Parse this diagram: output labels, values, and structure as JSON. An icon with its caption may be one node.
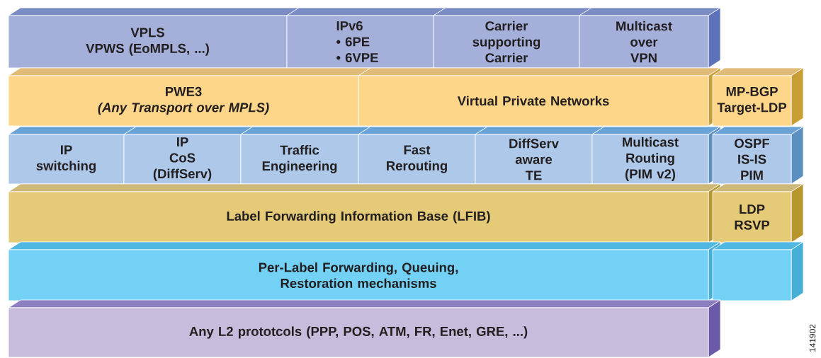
{
  "diagram": {
    "nodes": [
      {
        "text": [
          "VPLS VPWS (EoMPLS, ...)"
        ]
      },
      {
        "text": [
          "IPv6 • 6PE • 6VPE"
        ]
      },
      {
        "text": [
          "Carrier supporting Carrier"
        ]
      },
      {
        "text": [
          "Multicast over VPN"
        ]
      },
      {
        "text": [
          "PWE3",
          "(Any Transport over MPLS)"
        ]
      },
      {
        "text": [
          "Virtual Private Networks"
        ]
      },
      {
        "text": [
          "MP-BGP Target-LDP"
        ]
      },
      {
        "text": [
          "IP switching"
        ]
      },
      {
        "text": [
          "IP CoS (DiffServ)"
        ]
      },
      {
        "text": [
          "Traffic Engineering"
        ]
      },
      {
        "text": [
          "Fast Rerouting"
        ]
      },
      {
        "text": [
          "DiffServ aware TE"
        ]
      },
      {
        "text": [
          "Multicast Routing (PIM v2)"
        ]
      },
      {
        "text": [
          "OSPF IS-IS PIM"
        ]
      },
      {
        "text": [
          "Label Forwarding Information Base (LFIB)"
        ]
      },
      {
        "text": [
          "LDP RSVP"
        ]
      },
      {
        "text": [
          "Per-Label Forwarding, Queuing, Restoration mechanisms"
        ]
      },
      {
        "text": [],
        "shape": "box"
      },
      {
        "text": [
          "Any L2 prototcols (PPP, POS, ATM, FR, Enet, GRE, ...)"
        ]
      }
    ],
    "labels": [
      "141902"
    ]
  }
}
